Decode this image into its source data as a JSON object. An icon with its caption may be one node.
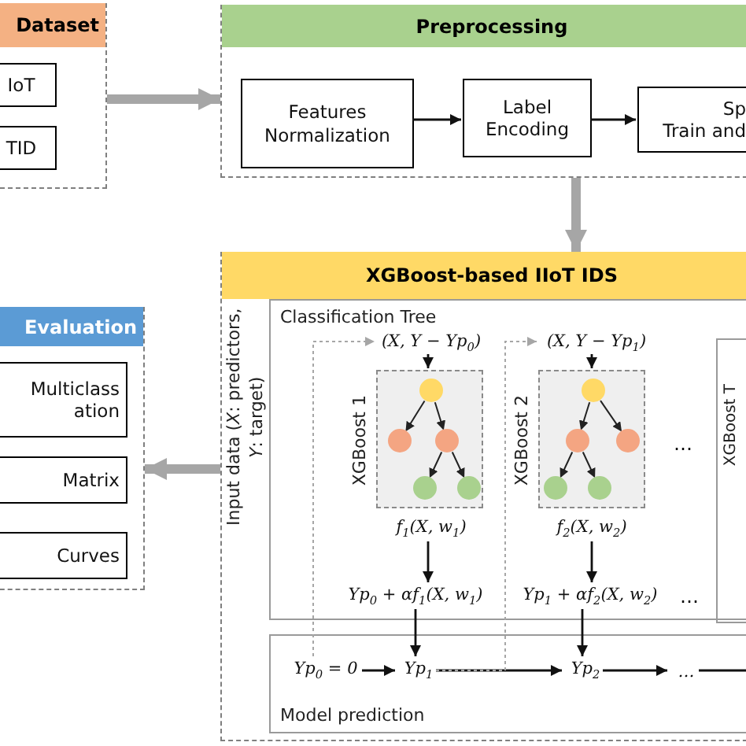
{
  "diagram": {
    "nodes": [
      {
        "text": [
          "Dataset"
        ]
      },
      {
        "text": [
          "IoT"
        ],
        "in": 0
      },
      {
        "text": [
          "TID"
        ],
        "in": 0
      },
      {
        "text": [
          "Preprocessing"
        ]
      },
      {
        "text": [
          "Features Normalization"
        ],
        "in": 3
      },
      {
        "text": [
          "Label Encoding"
        ],
        "in": 3
      },
      {
        "text": [
          "Sp",
          "Train and"
        ],
        "in": 3
      },
      {
        "text": [
          "XGBoost-based IIoT IDS"
        ]
      },
      {
        "text": [
          "Classification Tree"
        ],
        "in": 7
      },
      {
        "text": [
          "Evaluation"
        ]
      },
      {
        "text": [
          "Multiclass",
          "ation"
        ],
        "in": 9
      },
      {
        "text": [
          "Matrix"
        ],
        "in": 9
      },
      {
        "text": [
          "Curves"
        ],
        "in": 9
      },
      {
        "text": [
          "(X, Y − Yp$_{0}$)"
        ],
        "in": 8
      },
      {
        "text": [
          "XGBoost 1"
        ],
        "in": 8
      },
      {
        "text": [
          "f$_{1}$(X, w$_{1}$)"
        ],
        "in": 8
      },
      {
        "text": [
          "Yp$_{0}$ + αf$_{1}$(X, w$_{1}$)"
        ],
        "in": 8
      },
      {
        "text": [
          "(X, Y − Yp$_{1}$)"
        ],
        "in": 8
      },
      {
        "text": [
          "XGBoost 2"
        ],
        "in": 8
      },
      {
        "text": [
          "f$_{2}$(X, w$_{2}$)"
        ],
        "in": 8
      },
      {
        "text": [
          "Yp$_{1}$ + αf$_{2}$(X, w$_{2}$)"
        ],
        "in": 8
      },
      {
        "text": [
          "XGBoost T"
        ],
        "in": 8
      },
      {
        "text": [
          "Model prediction"
        ],
        "in": 7
      },
      {
        "text": [
          "Yp$_{0}$ = 0"
        ],
        "in": 22
      },
      {
        "text": [
          "Yp$_{1}$"
        ],
        "in": 22
      },
      {
        "text": [
          "Yp$_{2}$"
        ],
        "in": 22
      },
      {
        "text": [
          "…"
        ],
        "in": 22
      }
    ],
    "edges": [
      {
        "from": 0,
        "to": 3,
        "arrow": "to",
        "style": "thick",
        "color": "#a6a6a6"
      },
      {
        "from": 4,
        "to": 5,
        "arrow": "to"
      },
      {
        "from": 5,
        "to": 6,
        "arrow": "to"
      },
      {
        "from": 3,
        "to": 7,
        "arrow": "to",
        "style": "thick",
        "color": "#a6a6a6"
      },
      {
        "from": 7,
        "to": 9,
        "arrow": "to",
        "style": "thick",
        "color": "#a6a6a6"
      },
      {
        "from": 13,
        "to": 14,
        "arrow": "to"
      },
      {
        "from": 15,
        "to": 16,
        "arrow": "to"
      },
      {
        "from": 16,
        "to": 24,
        "arrow": "to"
      },
      {
        "from": 17,
        "to": 18,
        "arrow": "to"
      },
      {
        "from": 19,
        "to": 20,
        "arrow": "to"
      },
      {
        "from": 20,
        "to": 25,
        "arrow": "to"
      },
      {
        "from": 23,
        "to": 24,
        "arrow": "to"
      },
      {
        "from": 24,
        "to": 25,
        "arrow": "to"
      },
      {
        "from": 25,
        "to": 26,
        "arrow": "to"
      },
      {
        "from": 26,
        "to": null,
        "arrow": "none"
      },
      {
        "from": 23,
        "to": 13,
        "arrow": "to",
        "style": "dashed",
        "color": "#a6a6a6"
      },
      {
        "from": 24,
        "to": 17,
        "arrow": "to",
        "style": "dashed",
        "color": "#a6a6a6"
      }
    ],
    "labels": [
      "Input data (*X*: predictors, *Y*: target)",
      "…",
      "…"
    ]
  }
}
